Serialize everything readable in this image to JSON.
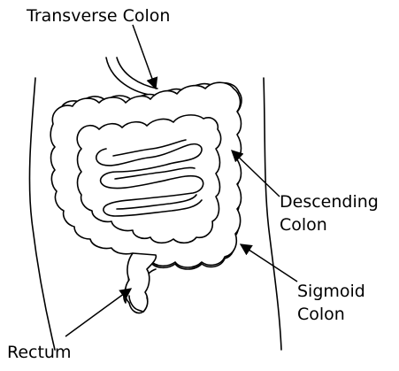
{
  "labels": {
    "transverse_colon": "Transverse Colon",
    "descending_line1": "Descending",
    "descending_line2": "Colon",
    "sigmoid_line1": "Sigmoid",
    "sigmoid_line2": "Colon",
    "rectum": "Rectum"
  },
  "colors": {
    "stroke": "#000000",
    "background": "#ffffff"
  }
}
